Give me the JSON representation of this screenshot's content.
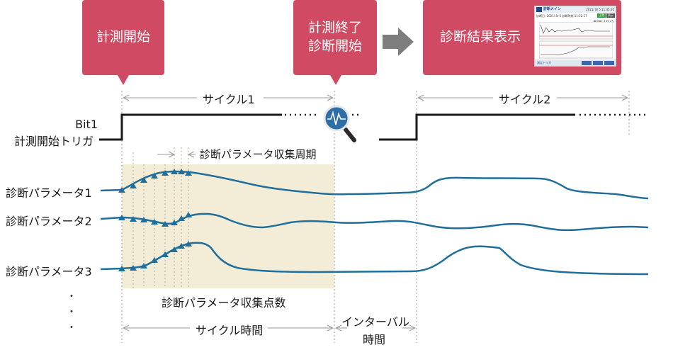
{
  "callouts": {
    "start": "計測開始",
    "end_line1": "計測終了",
    "end_line2": "診断開始",
    "result": "診断結果表示"
  },
  "cycle1": "サイクル1",
  "cycle2": "サイクル2",
  "trigger": {
    "line1": "Bit1",
    "line2": "計測開始トリガ"
  },
  "collect_period": "診断パラメータ収集周期",
  "params": [
    "診断パラメータ1",
    "診断パラメータ2",
    "診断パラメータ3"
  ],
  "collect_points": "診断パラメータ収集点数",
  "cycle_time": "サイクル時間",
  "interval_line1": "インターバル",
  "interval_line2": "時間",
  "ellipsis": [
    "・",
    "・",
    "・"
  ],
  "mini_screen": {
    "title": "診断メイン",
    "date": "2021/ 8/ 5 11:35:20",
    "row": "診断日: 2021/ 8/ 5 診断時刻:11:32:17",
    "btn_green": "正常",
    "btn_gray": "表示",
    "value": "異常値: 433.45",
    "trigger_label": "測定トリガ"
  },
  "colors": {
    "callout": "#cf4a62",
    "wave": "#1f6e9c",
    "collect_band": "#f3edd8",
    "arrow_gray": "#7d7d7d",
    "guide": "#bdbdbd"
  },
  "icons": {
    "magnifier": "magnifier-waveform-icon",
    "next": "right-arrow-icon"
  }
}
